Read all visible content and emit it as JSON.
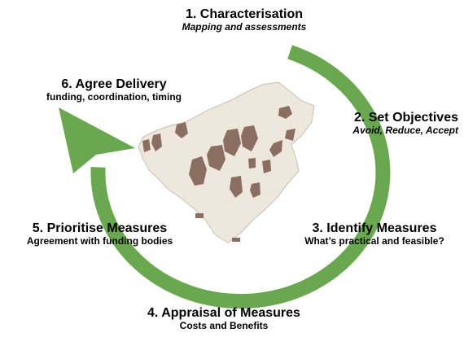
{
  "colors": {
    "arrow": "#6aa84f",
    "map_fill": "#ede7dc",
    "map_edge": "#c8c0b3",
    "patch": "#8a6e62"
  },
  "steps": [
    {
      "title": "1. Characterisation",
      "subtitle": "Mapping and assessments"
    },
    {
      "title": "2. Set Objectives",
      "subtitle": "Avoid,  Reduce, Accept"
    },
    {
      "title": "3. Identify Measures",
      "subtitle": "What’s practical and feasible?"
    },
    {
      "title": "4. Appraisal of Measures",
      "subtitle": "Costs and Benefits"
    },
    {
      "title": "5. Prioritise Measures",
      "subtitle": "Agreement with funding bodies"
    },
    {
      "title": "6. Agree Delivery",
      "subtitle": "funding, coordination, timing"
    }
  ]
}
